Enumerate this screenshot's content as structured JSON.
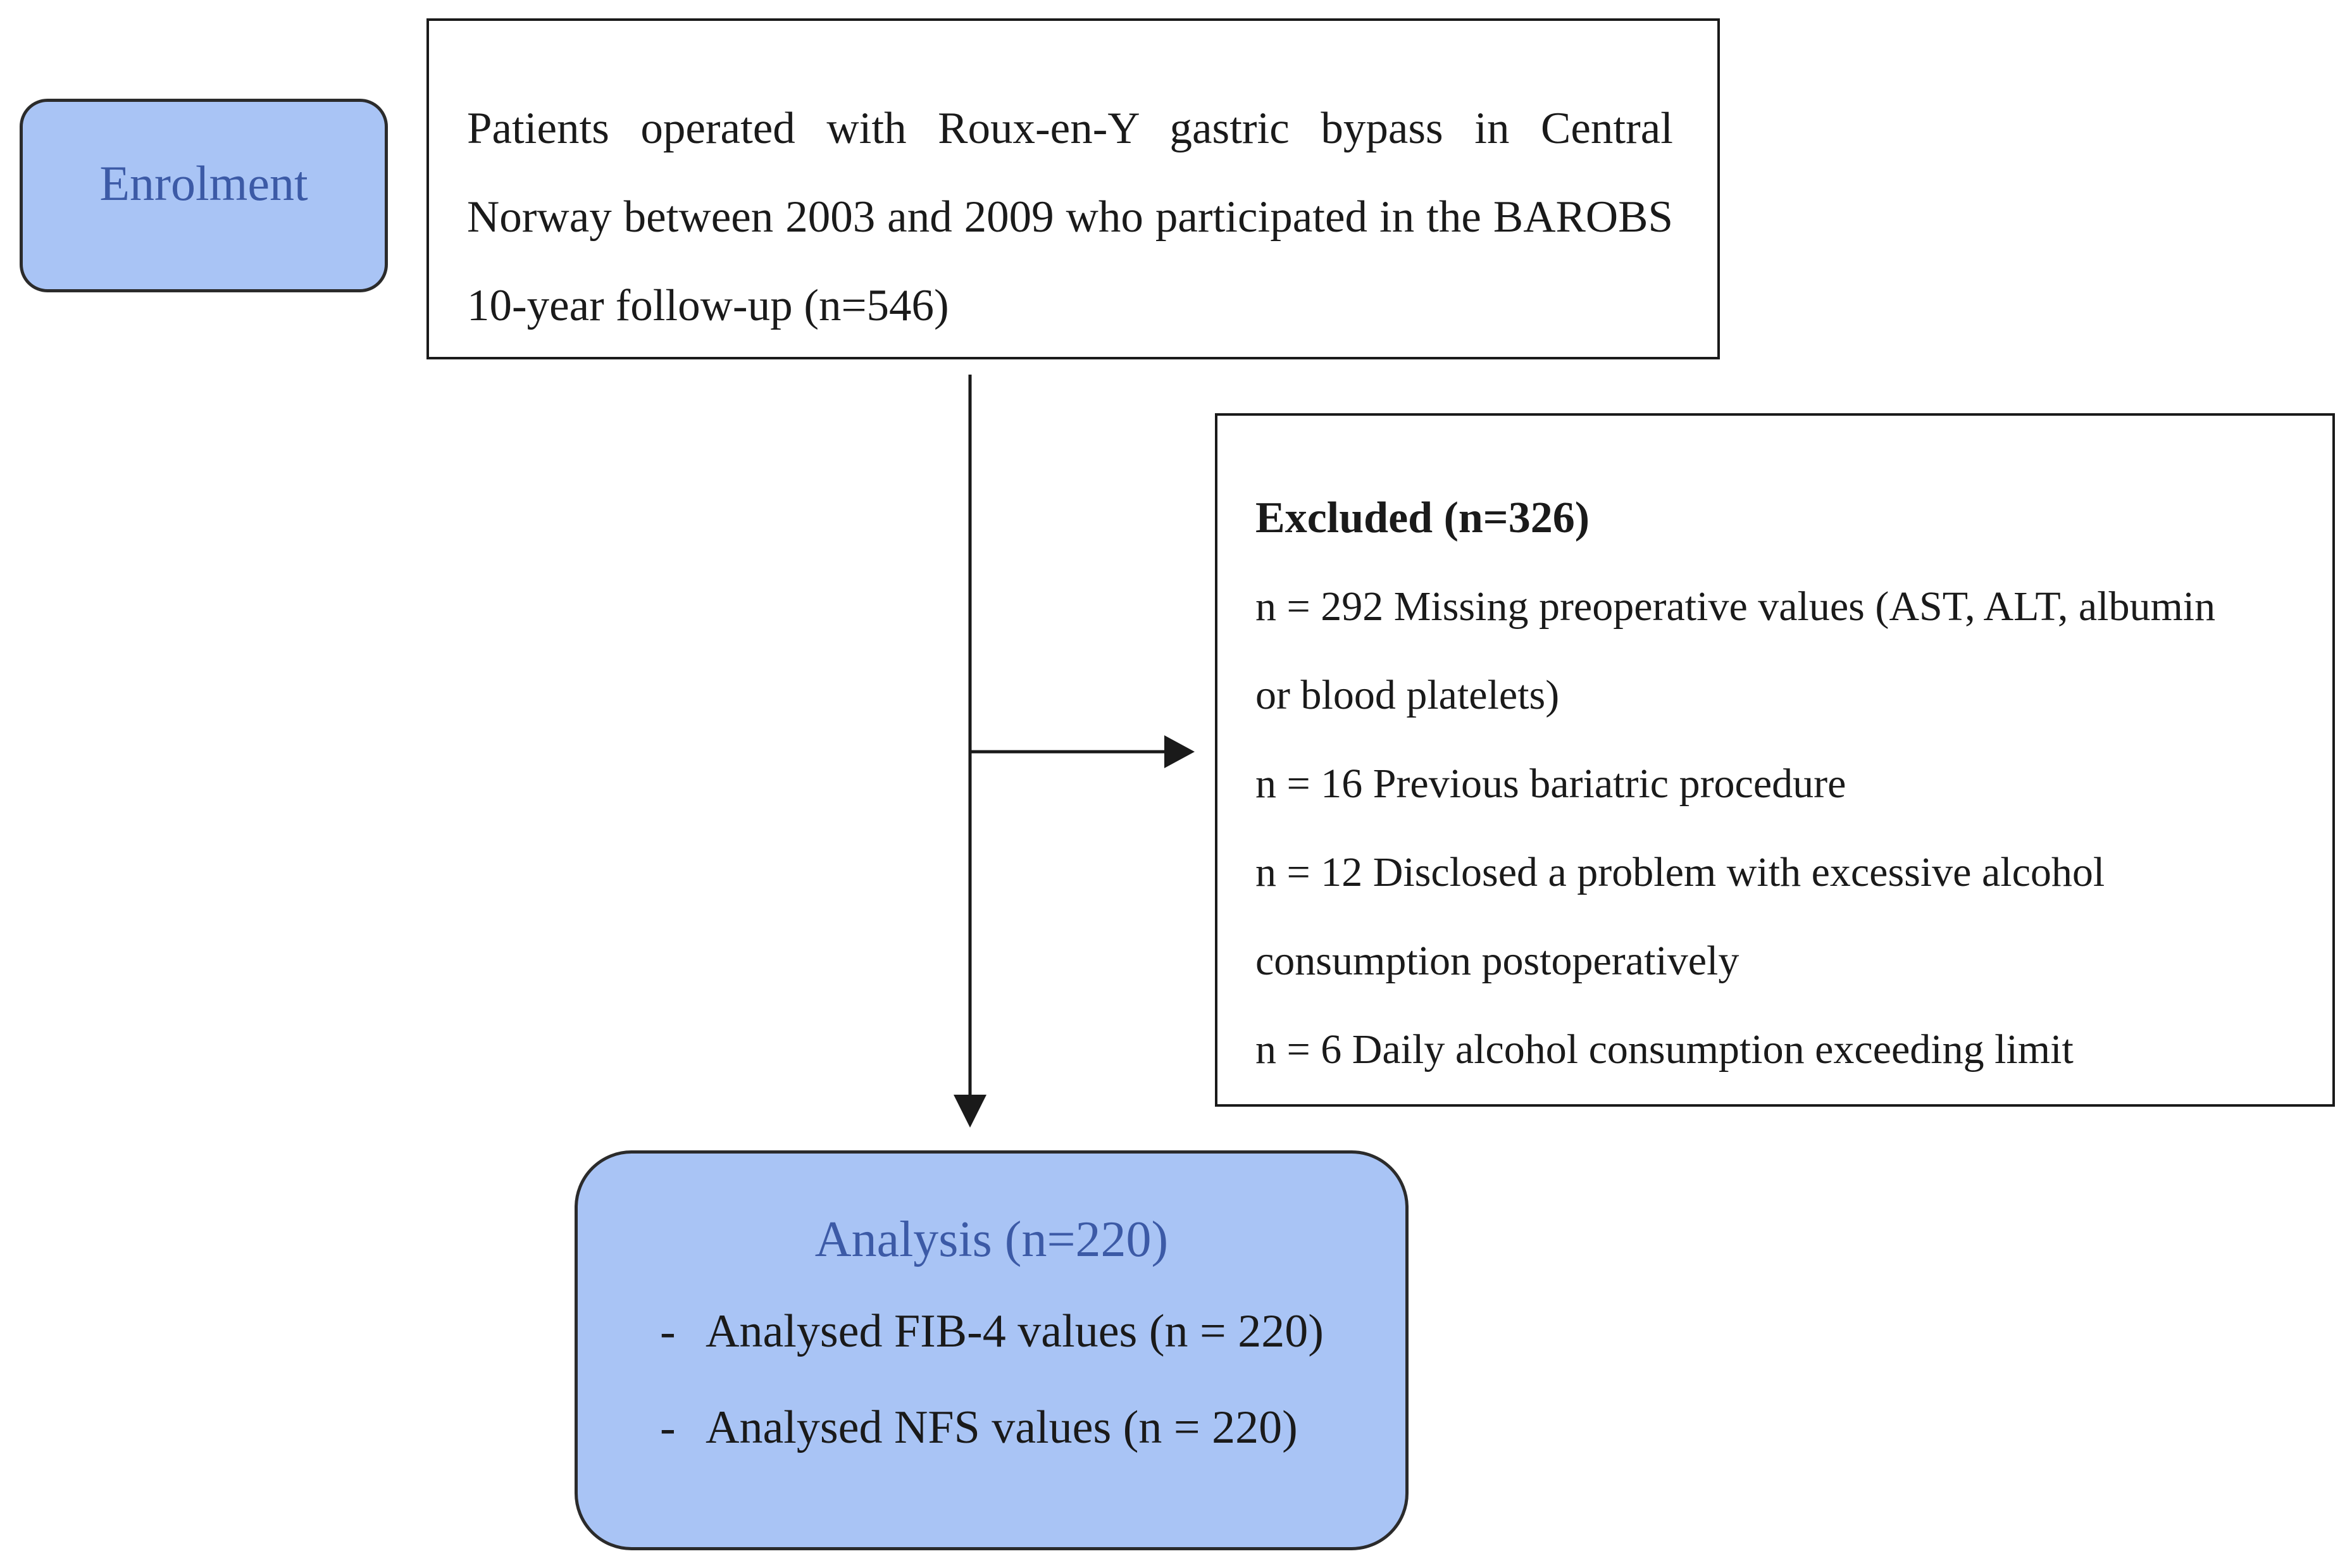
{
  "stage": {
    "enrolment_label": "Enrolment"
  },
  "enrolment": {
    "text": "Patients operated with Roux-en-Y gastric bypass in Central Norway between 2003 and 2009 who participated in the BAROBS 10-year follow-up (n=546)"
  },
  "excluded": {
    "title": "Excluded (n=326)",
    "lines": [
      "n = 292 Missing preoperative values (AST, ALT, albumin",
      "or blood platelets)",
      "n = 16 Previous bariatric procedure",
      "n = 12 Disclosed a problem with excessive alcohol",
      "consumption postoperatively",
      "n = 6 Daily alcohol consumption exceeding limit"
    ]
  },
  "analysis": {
    "title": "Analysis (n=220)",
    "items": [
      {
        "dash": "-",
        "text": "Analysed FIB-4 values (n = 220)"
      },
      {
        "dash": "-",
        "text": "Analysed NFS values (n = 220)"
      }
    ]
  },
  "colors": {
    "stage_fill": "#a9c4f5",
    "stage_text": "#3c5aa6",
    "line": "#1a1a1a"
  }
}
